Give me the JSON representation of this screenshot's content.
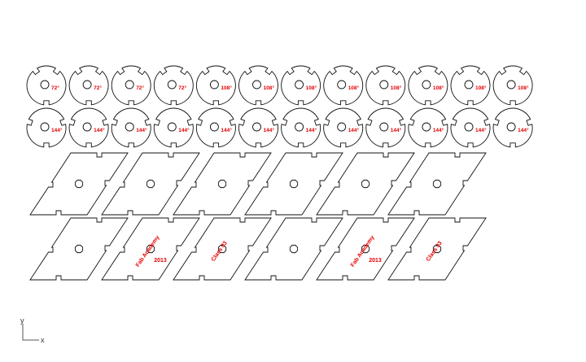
{
  "colors": {
    "background": "#ffffff",
    "outline": "#111111",
    "engraving": "#e60000"
  },
  "disc_rows": [
    {
      "labels": [
        "72°",
        "72°",
        "72°",
        "72°",
        "108°",
        "108°",
        "108°",
        "108°",
        "108°",
        "108°",
        "108°",
        "108°"
      ]
    },
    {
      "labels": [
        "144°",
        "144°",
        "144°",
        "144°",
        "144°",
        "144°",
        "144°",
        "144°",
        "144°",
        "144°",
        "144°",
        "144°"
      ]
    }
  ],
  "panel_rows": [
    {
      "labels": [
        "",
        "",
        "",
        "",
        "",
        ""
      ]
    },
    {
      "labels": [
        {
          "line1": "",
          "line2": ""
        },
        {
          "line1": "Fab Academy",
          "line2": "2013"
        },
        {
          "line1": "Class 03",
          "line2": ""
        },
        {
          "line1": "",
          "line2": ""
        },
        {
          "line1": "Fab Academy",
          "line2": "2013"
        },
        {
          "line1": "Class 03",
          "line2": ""
        }
      ]
    }
  ],
  "axes": {
    "x_label": "x",
    "y_label": "y"
  }
}
